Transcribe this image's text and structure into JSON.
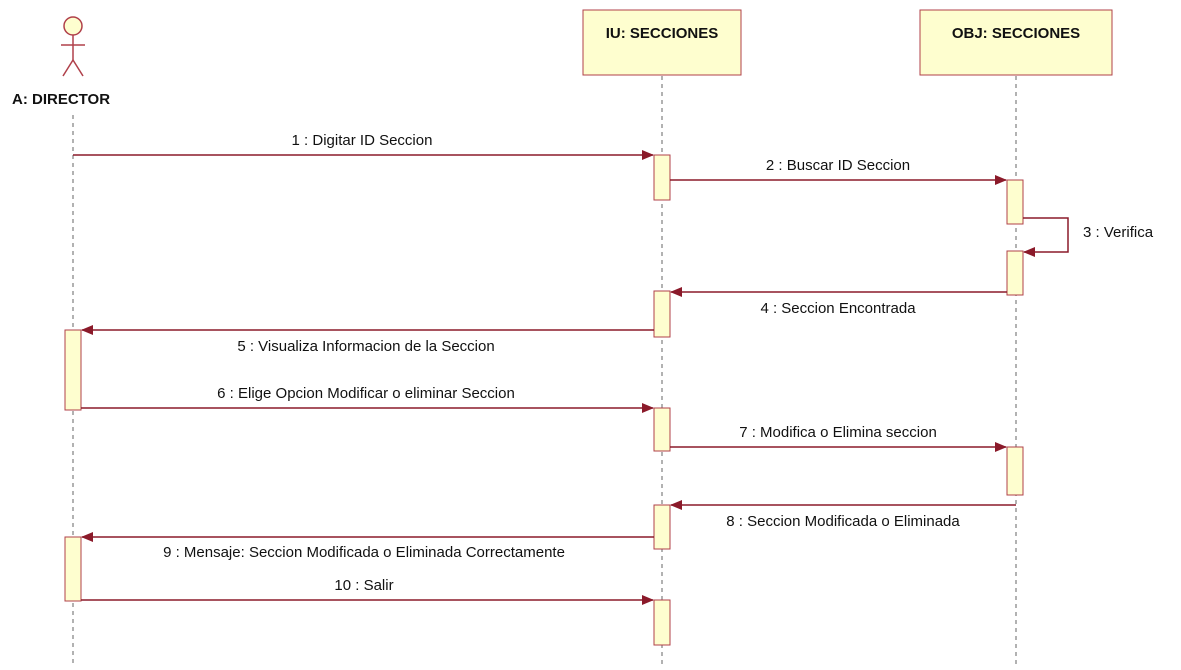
{
  "colors": {
    "box_fill": "#fefecf",
    "box_stroke": "#b0404a",
    "arrow": "#8b1a2a",
    "lifeline": "#666666",
    "text": "#111111"
  },
  "actor": {
    "label": "A: DIRECTOR",
    "icon": "stick-figure-icon"
  },
  "lifelines": [
    {
      "id": "iu",
      "label": "IU: SECCIONES"
    },
    {
      "id": "obj",
      "label": "OBJ: SECCIONES"
    }
  ],
  "messages": [
    {
      "n": 1,
      "label": "1 : Digitar ID Seccion",
      "from": "director",
      "to": "iu"
    },
    {
      "n": 2,
      "label": "2 : Buscar ID Seccion",
      "from": "iu",
      "to": "obj"
    },
    {
      "n": 3,
      "label": "3 : Verifica",
      "from": "obj",
      "to": "obj"
    },
    {
      "n": 4,
      "label": "4 : Seccion Encontrada",
      "from": "obj",
      "to": "iu"
    },
    {
      "n": 5,
      "label": "5 : Visualiza Informacion de la Seccion",
      "from": "iu",
      "to": "director"
    },
    {
      "n": 6,
      "label": "6 : Elige Opcion Modificar o eliminar Seccion",
      "from": "director",
      "to": "iu"
    },
    {
      "n": 7,
      "label": "7 : Modifica o Elimina seccion",
      "from": "iu",
      "to": "obj"
    },
    {
      "n": 8,
      "label": "8 : Seccion Modificada o Eliminada",
      "from": "obj",
      "to": "iu"
    },
    {
      "n": 9,
      "label": "9 : Mensaje: Seccion Modificada o Eliminada Correctamente",
      "from": "iu",
      "to": "director"
    },
    {
      "n": 10,
      "label": "10 : Salir",
      "from": "director",
      "to": "iu"
    }
  ]
}
